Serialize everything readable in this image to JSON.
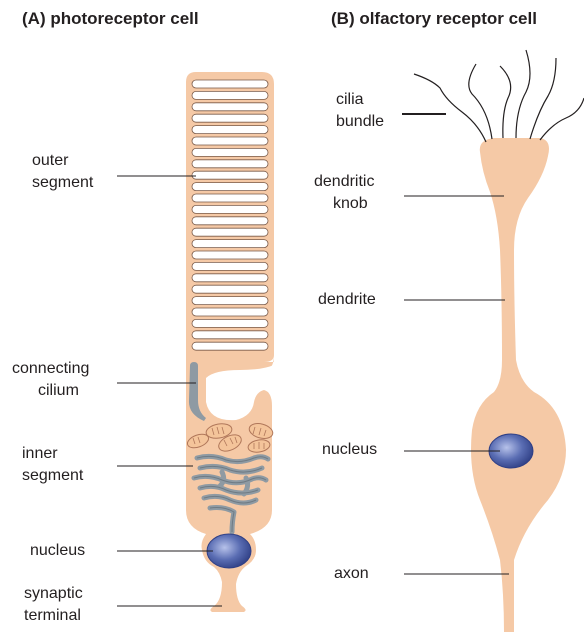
{
  "panels": {
    "a": {
      "title": "(A) photoreceptor cell",
      "labels": {
        "outer_segment": [
          "outer",
          "segment"
        ],
        "connecting_cilium": [
          "connecting",
          "cilium"
        ],
        "inner_segment": [
          "inner",
          "segment"
        ],
        "nucleus": "nucleus",
        "synaptic_terminal": [
          "synaptic",
          "terminal"
        ]
      }
    },
    "b": {
      "title": "(B) olfactory receptor cell",
      "labels": {
        "cilia_bundle": [
          "cilia",
          "bundle"
        ],
        "dendritic_knob": [
          "dendritic",
          "knob"
        ],
        "dendrite": "dendrite",
        "nucleus": "nucleus",
        "axon": "axon"
      }
    }
  },
  "colors": {
    "cell_fill": "#f5c9a6",
    "disc_fill": "#ffffff",
    "cilium_fill": "#8e9aa3",
    "nucleus_fill": "#4a5fa6",
    "line": "#231f20"
  }
}
